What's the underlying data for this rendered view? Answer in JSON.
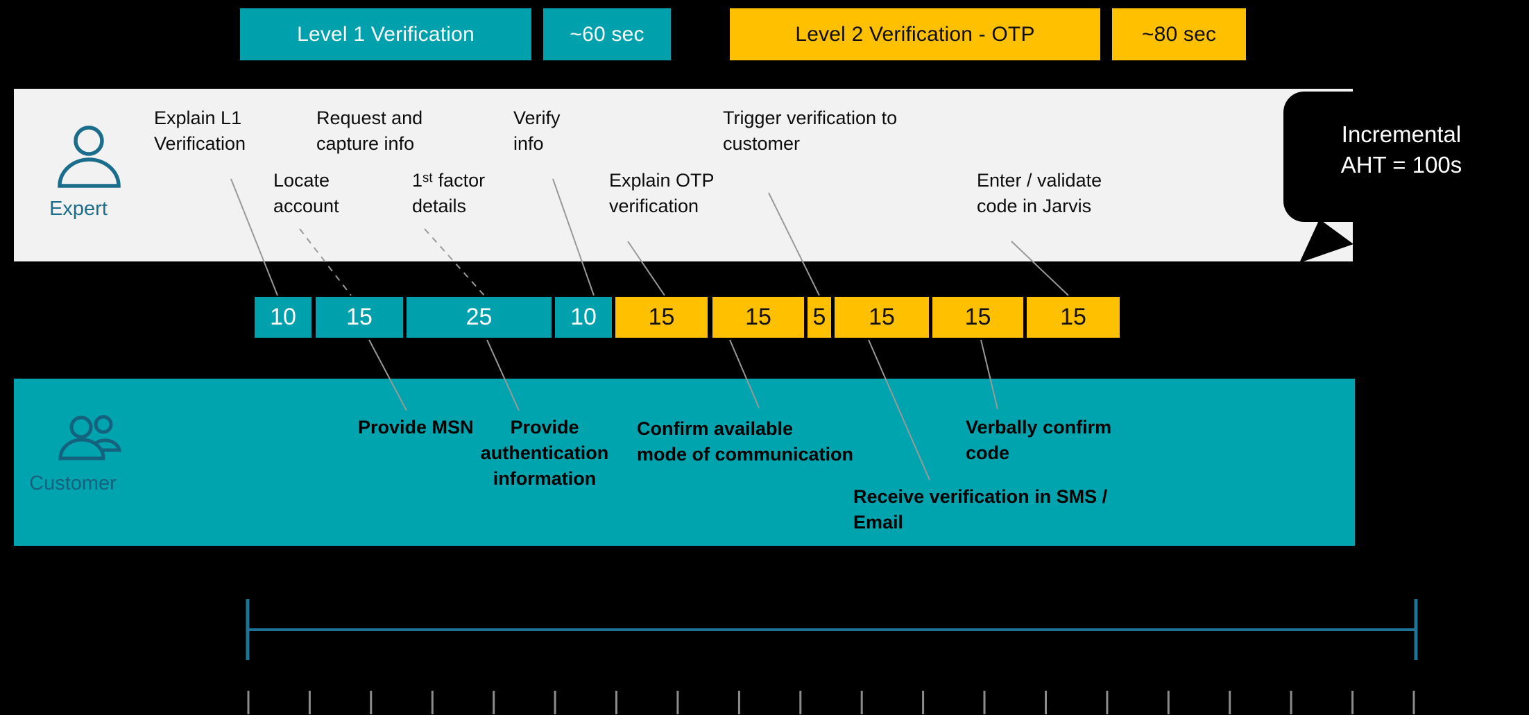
{
  "colors": {
    "teal": "#00A1AC",
    "gold": "#FFC000",
    "expert_band": "#F2F2F2",
    "customer_band": "#00A4AE",
    "expert_accent": "#1B6D8C",
    "customer_accent": "#14627E",
    "leader_line": "#999999",
    "ruler_blue": "#1E7396",
    "tick_gray": "#8C8C8C",
    "callout_bg": "#000000",
    "callout_text": "#FFFFFF"
  },
  "header": {
    "phase1_label": "Level 1 Verification",
    "phase1_duration": "~60 sec",
    "phase2_label": "Level 2 Verification - OTP",
    "phase2_duration": "~80 sec"
  },
  "lanes": {
    "expert": "Expert",
    "customer": "Customer"
  },
  "callout": {
    "line1": "Incremental",
    "line2": "AHT = 100s"
  },
  "expert_tasks": [
    {
      "id": "explain-l1",
      "line1": "Explain L1",
      "line2": "Verification"
    },
    {
      "id": "locate-account",
      "line1": "Locate",
      "line2": "account"
    },
    {
      "id": "request-capture",
      "line1": "Request and",
      "line2": "capture info"
    },
    {
      "id": "first-factor",
      "line1": "1ˢᵗ factor",
      "line2": "details"
    },
    {
      "id": "verify-info",
      "line1": "Verify",
      "line2": "info"
    },
    {
      "id": "explain-otp",
      "line1": "Explain OTP",
      "line2": "verification"
    },
    {
      "id": "trigger-verification",
      "line1": "Trigger verification to",
      "line2": "customer"
    },
    {
      "id": "enter-validate",
      "line1": "Enter / validate",
      "line2": "code in Jarvis"
    }
  ],
  "customer_tasks": [
    {
      "id": "provide-msn",
      "line1": "Provide MSN",
      "line2": ""
    },
    {
      "id": "provide-auth",
      "line1": "Provide authentication",
      "line2": "information"
    },
    {
      "id": "confirm-mode",
      "line1": "Confirm available",
      "line2": "mode of communication"
    },
    {
      "id": "receive-verification",
      "line1": "Receive verification in SMS /",
      "line2": "Email"
    },
    {
      "id": "verbally-confirm",
      "line1": "Verbally confirm",
      "line2": "code"
    }
  ],
  "segments": [
    {
      "seconds": 10,
      "phase": "Level 1"
    },
    {
      "seconds": 15,
      "phase": "Level 1"
    },
    {
      "seconds": 25,
      "phase": "Level 1"
    },
    {
      "seconds": 10,
      "phase": "Level 1"
    },
    {
      "seconds": 15,
      "phase": "Level 2"
    },
    {
      "seconds": 15,
      "phase": "Level 2"
    },
    {
      "seconds": 5,
      "phase": "Level 2"
    },
    {
      "seconds": 15,
      "phase": "Level 2"
    },
    {
      "seconds": 15,
      "phase": "Level 2"
    },
    {
      "seconds": 15,
      "phase": "Level 2"
    }
  ]
}
